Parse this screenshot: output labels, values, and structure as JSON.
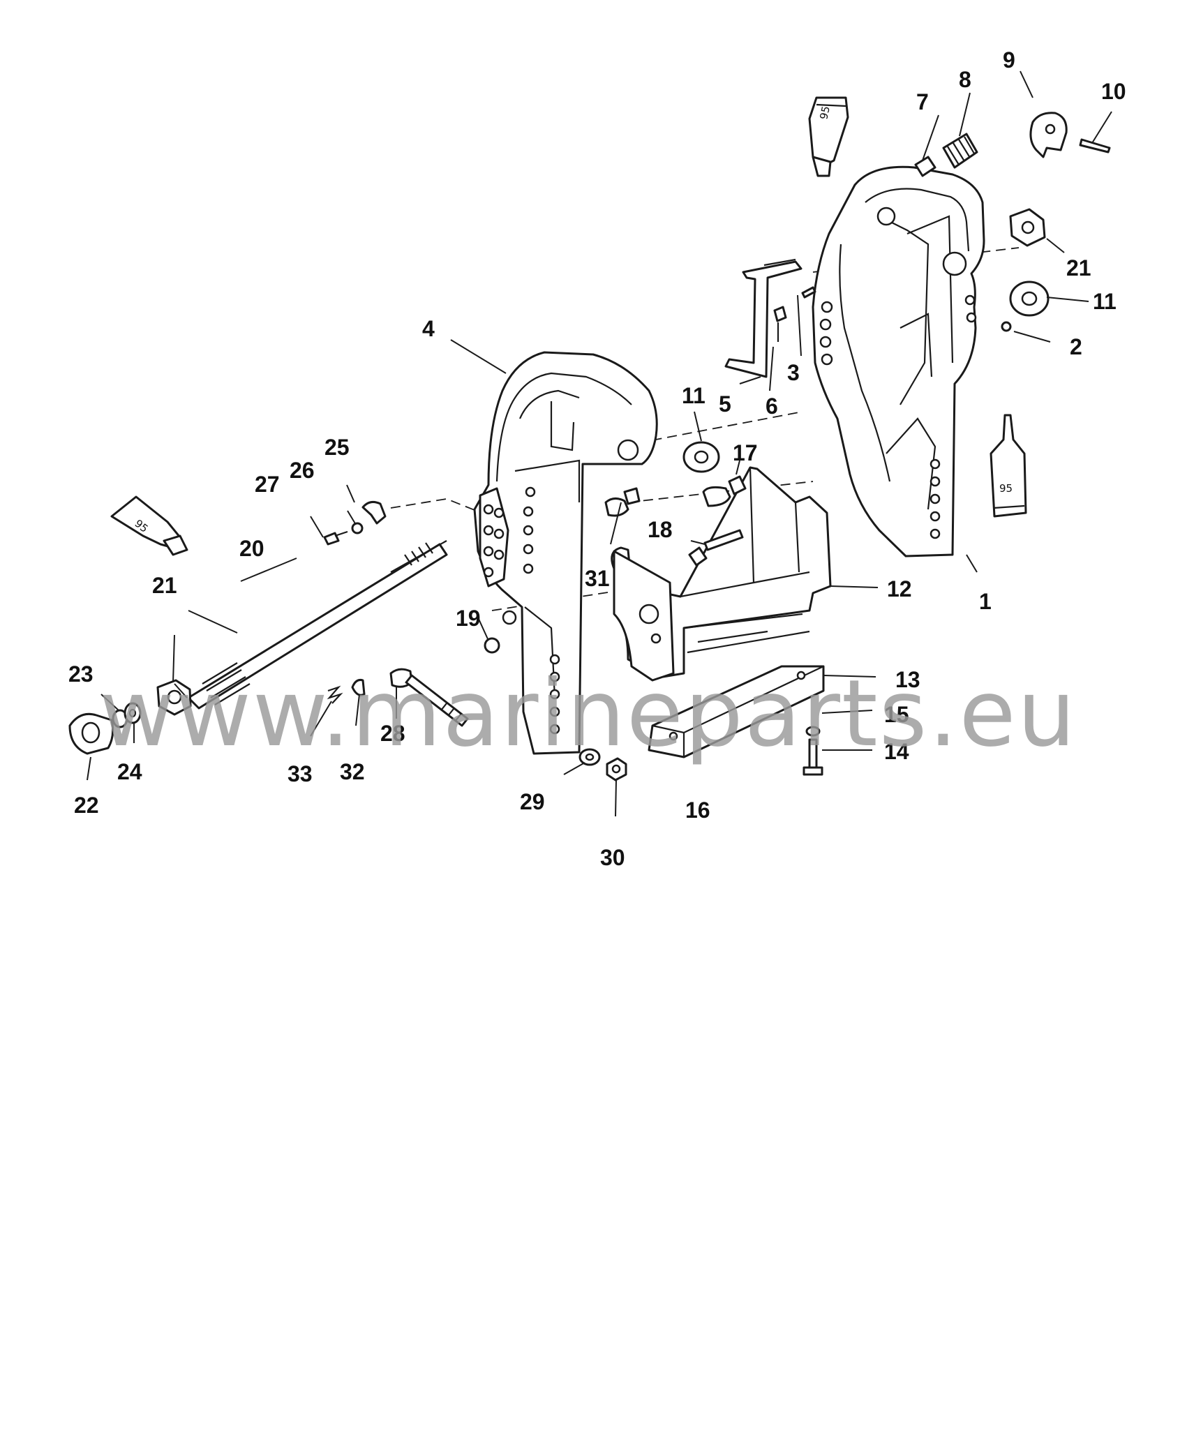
{
  "watermark": "www.marineparts.eu",
  "tube_mark": "95",
  "callouts": [
    {
      "id": "c1",
      "text": "1"
    },
    {
      "id": "c2",
      "text": "2"
    },
    {
      "id": "c3",
      "text": "3"
    },
    {
      "id": "c4",
      "text": "4"
    },
    {
      "id": "c5",
      "text": "5"
    },
    {
      "id": "c6",
      "text": "6"
    },
    {
      "id": "c7",
      "text": "7"
    },
    {
      "id": "c8",
      "text": "8"
    },
    {
      "id": "c9",
      "text": "9"
    },
    {
      "id": "c10",
      "text": "10"
    },
    {
      "id": "c11a",
      "text": "11"
    },
    {
      "id": "c11b",
      "text": "11"
    },
    {
      "id": "c12",
      "text": "12"
    },
    {
      "id": "c13",
      "text": "13"
    },
    {
      "id": "c14",
      "text": "14"
    },
    {
      "id": "c15",
      "text": "15"
    },
    {
      "id": "c16",
      "text": "16"
    },
    {
      "id": "c17",
      "text": "17"
    },
    {
      "id": "c18",
      "text": "18"
    },
    {
      "id": "c19",
      "text": "19"
    },
    {
      "id": "c20",
      "text": "20"
    },
    {
      "id": "c21a",
      "text": "21"
    },
    {
      "id": "c21b",
      "text": "21"
    },
    {
      "id": "c22",
      "text": "22"
    },
    {
      "id": "c23",
      "text": "23"
    },
    {
      "id": "c24",
      "text": "24"
    },
    {
      "id": "c25",
      "text": "25"
    },
    {
      "id": "c26",
      "text": "26"
    },
    {
      "id": "c27",
      "text": "27"
    },
    {
      "id": "c28",
      "text": "28"
    },
    {
      "id": "c29",
      "text": "29"
    },
    {
      "id": "c30",
      "text": "30"
    },
    {
      "id": "c31",
      "text": "31"
    },
    {
      "id": "c32",
      "text": "32"
    },
    {
      "id": "c33",
      "text": "33"
    }
  ]
}
